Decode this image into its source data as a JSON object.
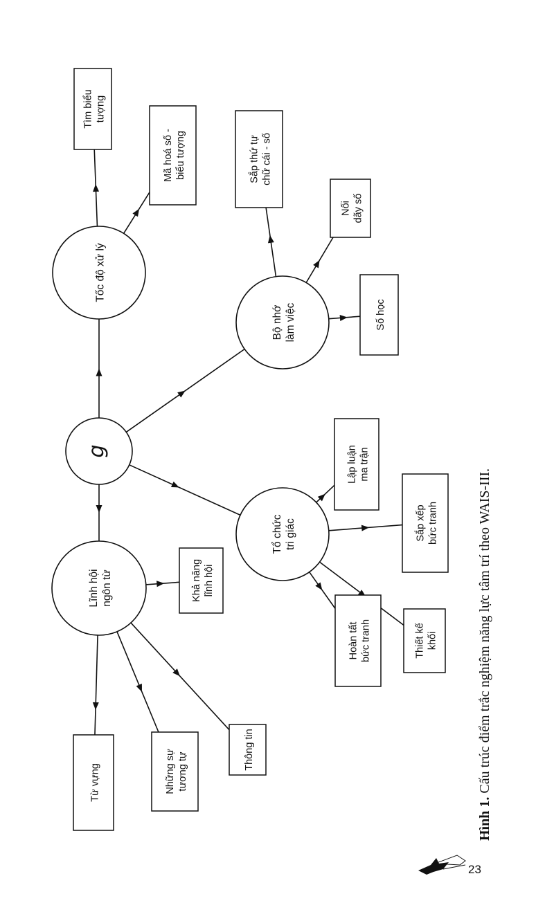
{
  "diagram": {
    "center": "g",
    "factors": {
      "verbal": "Lĩnh hội\nngôn từ",
      "perceptual": "Tổ chức\ntri giác",
      "working_memory": "Bộ nhớ\nlàm việc",
      "speed": "Tốc độ xử lý"
    },
    "subtests": {
      "vocabulary": "Từ vựng",
      "similarities": "Những sự\ntương tự",
      "information": "Thông tin",
      "comprehension": "Khả năng\nlĩnh hội",
      "picture_completion": "Hoàn tất\nbức tranh",
      "block_design": "Thiết kế\nkhối",
      "picture_arrangement": "Sắp xếp\nbức tranh",
      "matrix_reasoning": "Lập luận\nma trận",
      "arithmetic": "Số học",
      "digit_span": "Nối\ndãy số",
      "letter_number": "Sắp thứ tự\nchữ cái - số",
      "digit_symbol": "Mã hoá số -\nbiểu tượng",
      "symbol_search": "Tìm biểu\ntượng"
    }
  },
  "caption": {
    "label": "Hình 1.",
    "text": " Cấu trúc điểm trắc nghiệm năng lực tâm trí theo WAIS-III."
  },
  "page_number": "23",
  "logo_icon": "bird-logo-icon"
}
